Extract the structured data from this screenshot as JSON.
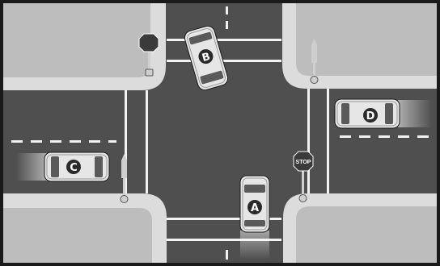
{
  "scene": {
    "colors": {
      "frame": "#1a1a1a",
      "road": "#4f4f4f",
      "sidewalk": "#dcdcdc",
      "block": "#bdbdbd",
      "marking": "#f2f2f2",
      "car_body": "#e6e6e6",
      "car_glass": "#5a5a5a",
      "car_badge": "#2a2a2a",
      "stop_sign": "#3a3a3a",
      "pole": "#cfcfcf"
    },
    "cars": [
      {
        "label": "A"
      },
      {
        "label": "B"
      },
      {
        "label": "C"
      },
      {
        "label": "D"
      }
    ],
    "signs": {
      "stop_text": "STOP"
    }
  }
}
